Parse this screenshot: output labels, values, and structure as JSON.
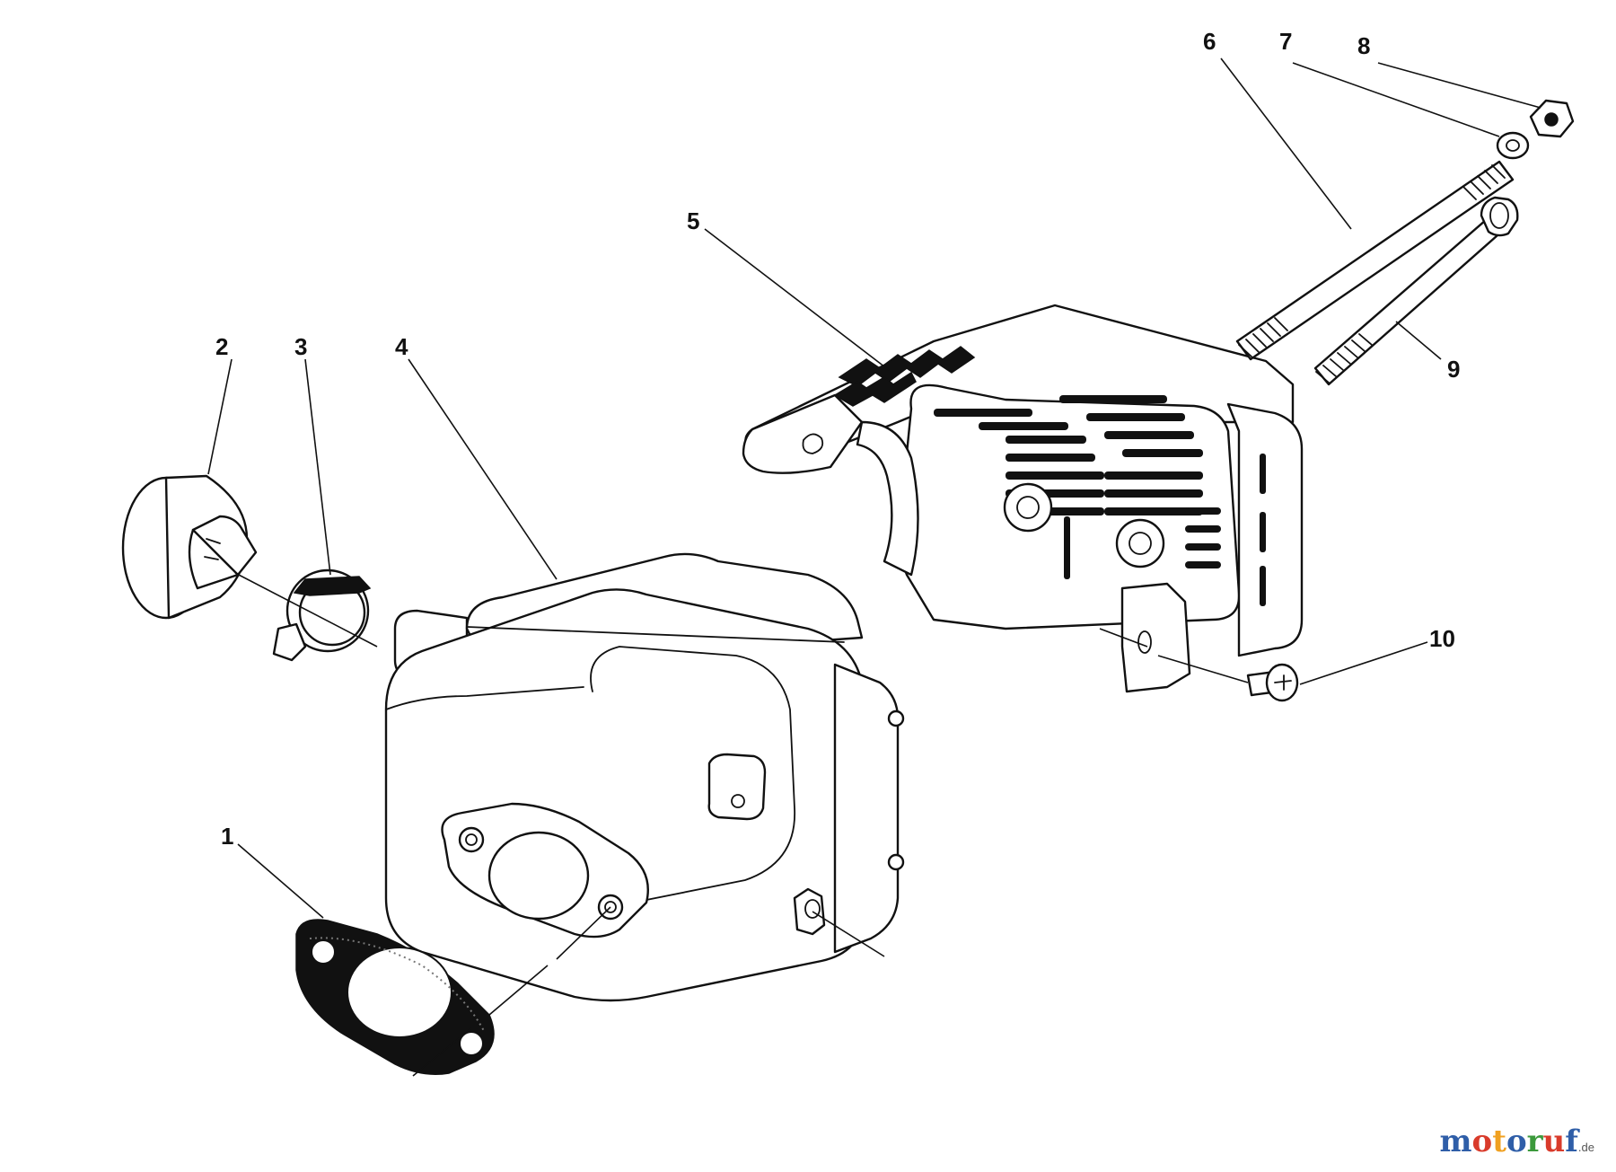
{
  "diagram": {
    "callouts": [
      "1",
      "2",
      "3",
      "4",
      "5",
      "6",
      "7",
      "8",
      "9",
      "10"
    ],
    "parts": [
      {
        "callout": "1",
        "component": "gasket-icon"
      },
      {
        "callout": "2",
        "component": "deflector-icon"
      },
      {
        "callout": "3",
        "component": "hose-clamp-icon"
      },
      {
        "callout": "4",
        "component": "muffler-icon"
      },
      {
        "callout": "5",
        "component": "heat-shield-icon"
      },
      {
        "callout": "6",
        "component": "stud-icon"
      },
      {
        "callout": "7",
        "component": "washer-icon"
      },
      {
        "callout": "8",
        "component": "nut-icon"
      },
      {
        "callout": "9",
        "component": "bolt-icon"
      },
      {
        "callout": "10",
        "component": "screw-icon"
      }
    ]
  },
  "watermark": {
    "letters": [
      {
        "ch": "m",
        "color": "#2f5ea8"
      },
      {
        "ch": "o",
        "color": "#d93b2b"
      },
      {
        "ch": "t",
        "color": "#f0a020"
      },
      {
        "ch": "o",
        "color": "#2f5ea8"
      },
      {
        "ch": "r",
        "color": "#3c9a3c"
      },
      {
        "ch": "u",
        "color": "#d93b2b"
      },
      {
        "ch": "f",
        "color": "#2f5ea8"
      }
    ],
    "suffix": ".de"
  }
}
